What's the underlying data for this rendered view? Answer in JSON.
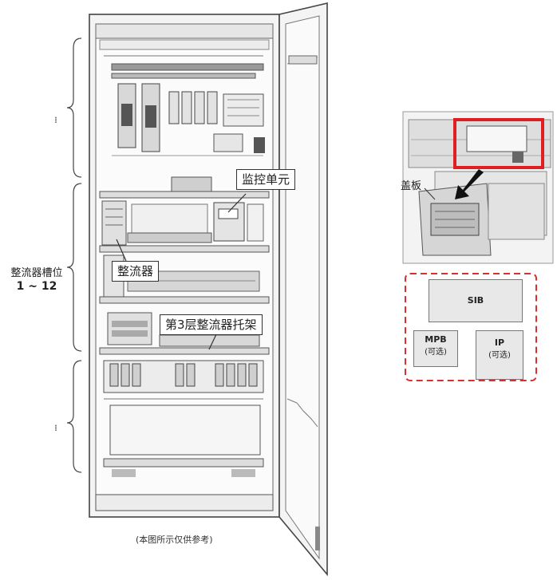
{
  "labels": {
    "monitor_unit": "监控单元",
    "rectifier": "整流器",
    "tray": "第3层整流器托架",
    "slot_line1": "整流器槽位",
    "slot_line2": "1 ~ 12",
    "top_mark": "⁞",
    "bottom_mark": "⁞",
    "caption": "(本图所示仅供参考)",
    "cover": "盖板"
  },
  "modules": {
    "sib": "SIB",
    "mpb": "MPB",
    "mpb_sub": "(可选)",
    "ip": "IP",
    "ip_sub": "(可选)"
  },
  "colors": {
    "highlight_red": "#e02020",
    "dashed_red": "#d63030",
    "cabinet_outline": "#444444",
    "panel_fill": "#f2f2f2"
  }
}
